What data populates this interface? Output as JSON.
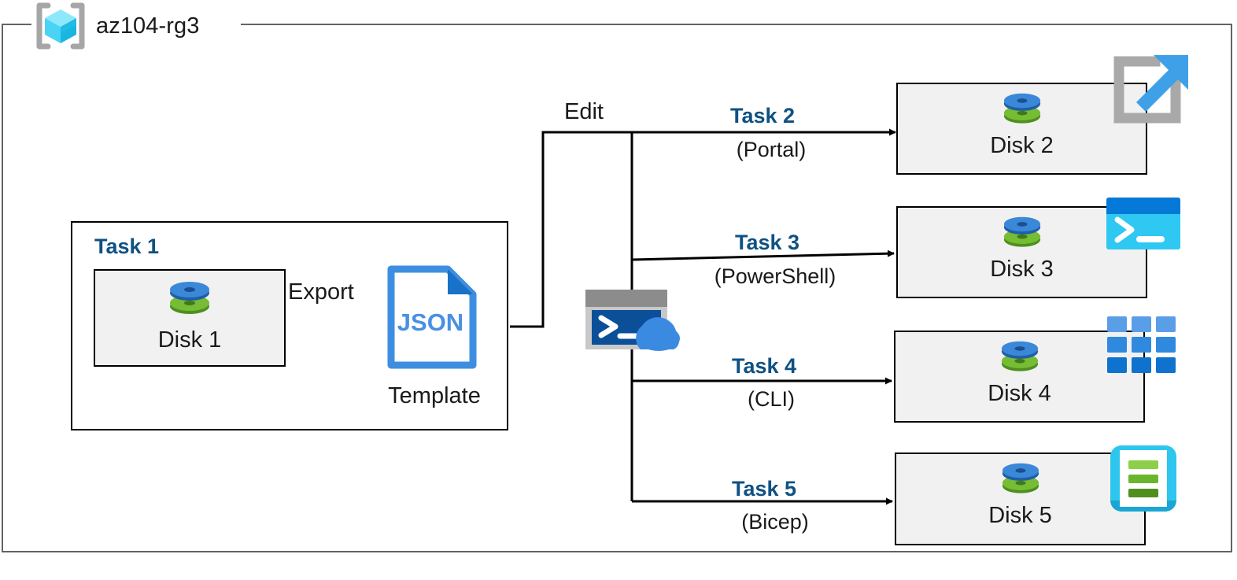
{
  "resource_group": {
    "name": "az104-rg3",
    "icon": "azure-resource-group-icon",
    "frame_color": "#636363"
  },
  "colors": {
    "task_heading": "#0f5183",
    "box_fill": "#f1f1f1",
    "box_border": "#000000",
    "disk_blue": "#3b87d8",
    "disk_green": "#6cb233",
    "json_blue": "#3d8ee0",
    "powershell_cyan": "#2fc5f0",
    "bicep_cyan": "#2ec6ee",
    "cli_blue": "#1e7fd4"
  },
  "task1": {
    "heading": "Task 1",
    "disk": {
      "label": "Disk 1",
      "icon": "managed-disk-icon"
    },
    "export_label": "Export",
    "template": {
      "label": "Template",
      "file_type": "JSON",
      "icon": "json-file-icon"
    }
  },
  "edit": {
    "label": "Edit",
    "cloudshell_icon": "cloud-shell-icon"
  },
  "branches": [
    {
      "heading": "Task 2",
      "tool": "(Portal)",
      "disk_label": "Disk 2",
      "disk_icon": "managed-disk-icon",
      "tool_icon": "azure-portal-icon"
    },
    {
      "heading": "Task 3",
      "tool": "(PowerShell)",
      "disk_label": "Disk 3",
      "disk_icon": "managed-disk-icon",
      "tool_icon": "powershell-icon"
    },
    {
      "heading": "Task 4",
      "tool": "(CLI)",
      "disk_label": "Disk 4",
      "disk_icon": "managed-disk-icon",
      "tool_icon": "azure-cli-icon"
    },
    {
      "heading": "Task 5",
      "tool": "(Bicep)",
      "disk_label": "Disk 5",
      "disk_icon": "managed-disk-icon",
      "tool_icon": "bicep-icon"
    }
  ]
}
